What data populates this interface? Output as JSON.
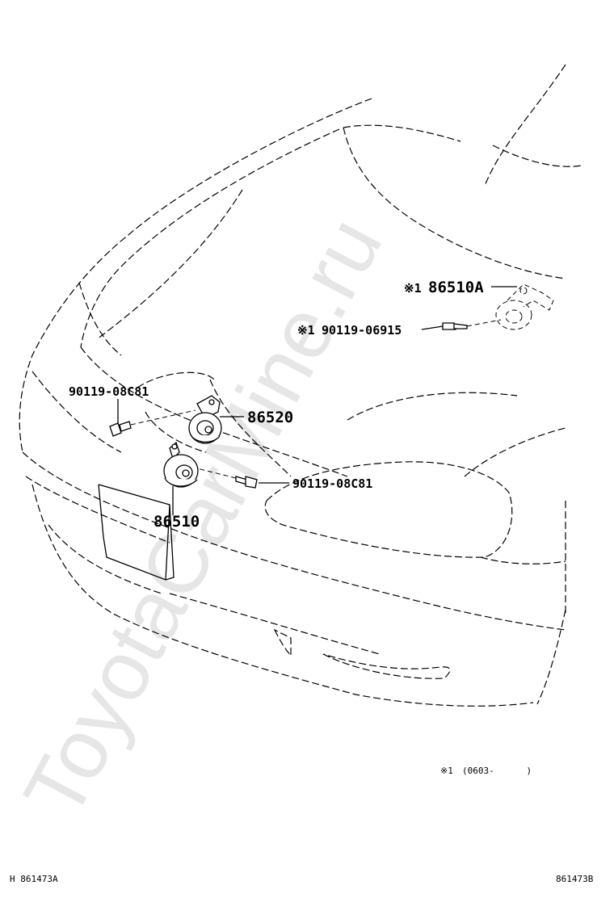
{
  "watermark": "ToyotaCarMine.ru",
  "parts": {
    "horn_high_alt": {
      "note_mark": "※1",
      "number": "86510A"
    },
    "bolt_alt": {
      "note_mark": "※1",
      "number": "90119-06915"
    },
    "bolt_left": {
      "number": "90119-08C81"
    },
    "horn_low": {
      "number": "86520"
    },
    "bolt_right": {
      "number": "90119-08C81"
    },
    "horn_high": {
      "number": "86510"
    }
  },
  "footnote": {
    "mark": "※1",
    "text": "(0603-      )"
  },
  "footer": {
    "left_code": "H 861473A",
    "right_code": "861473B"
  }
}
